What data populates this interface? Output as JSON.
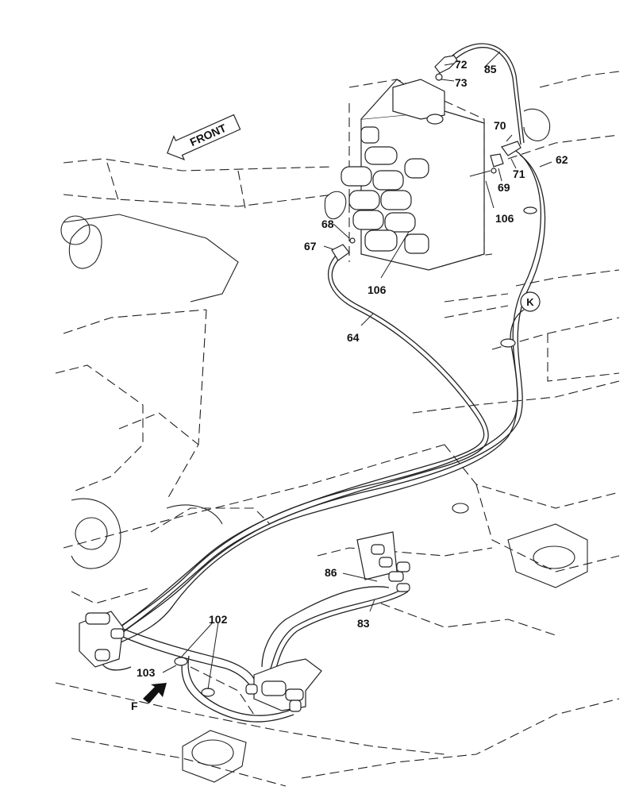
{
  "front_label": "FRONT",
  "view_letter": "F",
  "detail_letter": "K",
  "callouts": {
    "c62": "62",
    "c64": "64",
    "c67": "67",
    "c68": "68",
    "c69": "69",
    "c70": "70",
    "c71": "71",
    "c72": "72",
    "c73": "73",
    "c83": "83",
    "c85": "85",
    "c86": "86",
    "c102": "102",
    "c103": "103",
    "c106a": "106",
    "c106b": "106"
  }
}
